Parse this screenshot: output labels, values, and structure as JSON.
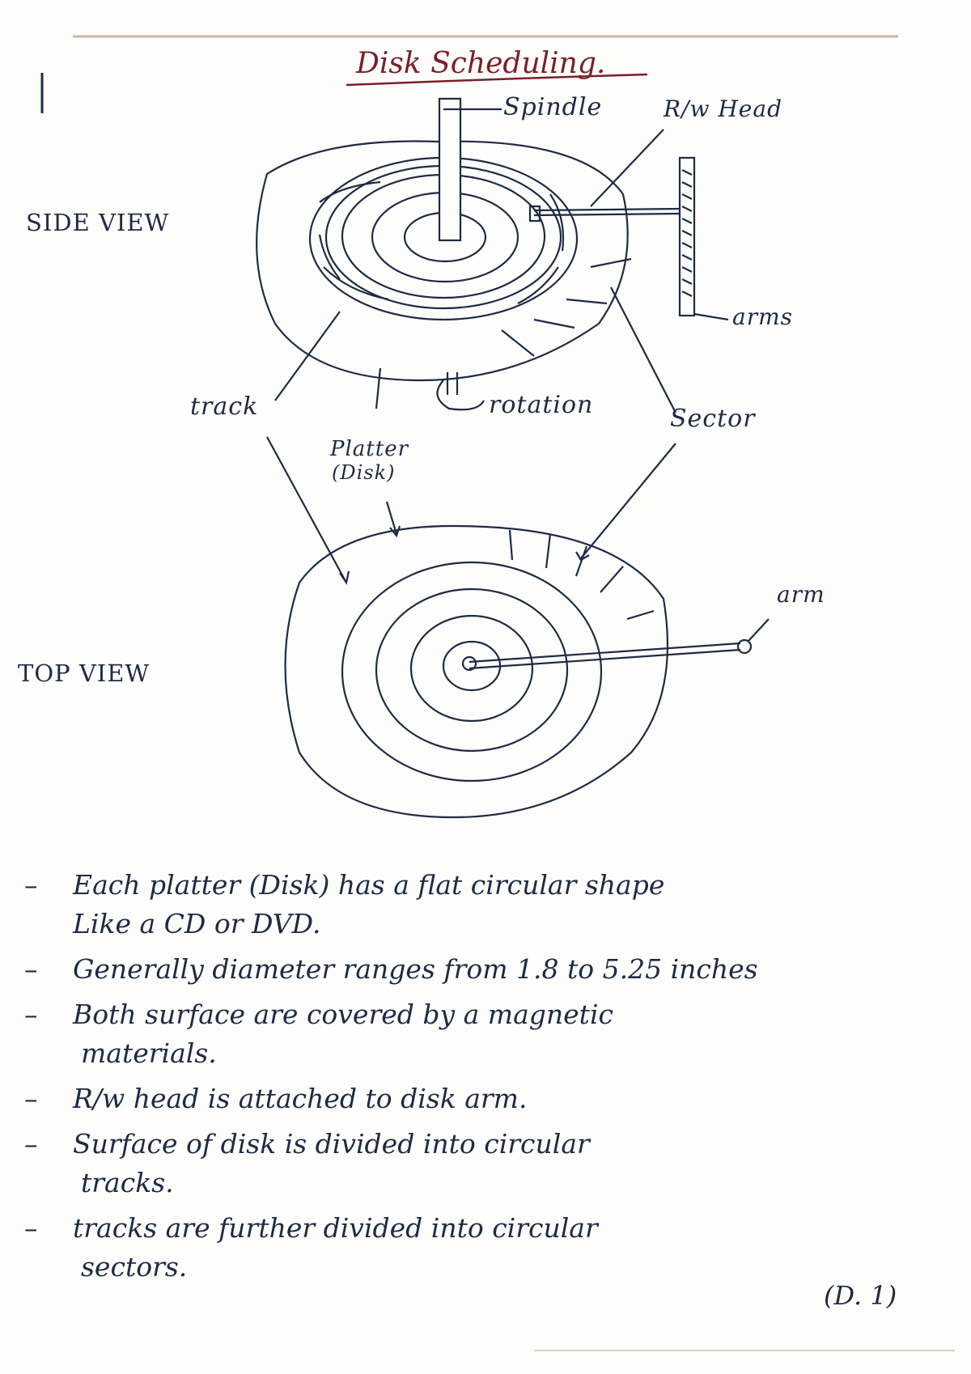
{
  "title": "Disk Scheduling.",
  "side_view": {
    "heading": "SIDE VIEW",
    "labels": {
      "spindle": "Spindle",
      "rw_head": "R/w Head",
      "arms": "arms",
      "track": "track",
      "platter": "Platter",
      "platter_sub": "(Disk)",
      "rotation": "rotation",
      "sector": "Sector"
    }
  },
  "top_view": {
    "heading": "TOP VIEW",
    "labels": {
      "arm": "arm"
    }
  },
  "notes": [
    {
      "lines": [
        "Each platter (Disk) has a flat circular shape",
        "Like a CD or DVD."
      ]
    },
    {
      "lines": [
        "Generally diameter ranges from 1.8 to 5.25 inches"
      ]
    },
    {
      "lines": [
        "Both surface are covered by a magnetic",
        "materials."
      ]
    },
    {
      "lines": [
        "R/w head is attached to disk arm."
      ]
    },
    {
      "lines": [
        "Surface of disk is divided into circular",
        "tracks."
      ]
    },
    {
      "lines": [
        "tracks are further divided into circular",
        "sectors."
      ]
    }
  ],
  "page_number": "(D. 1)",
  "colors": {
    "ink": "#1f2a44",
    "title_ink": "#7a1f28",
    "paper": "#fdfdfc"
  }
}
